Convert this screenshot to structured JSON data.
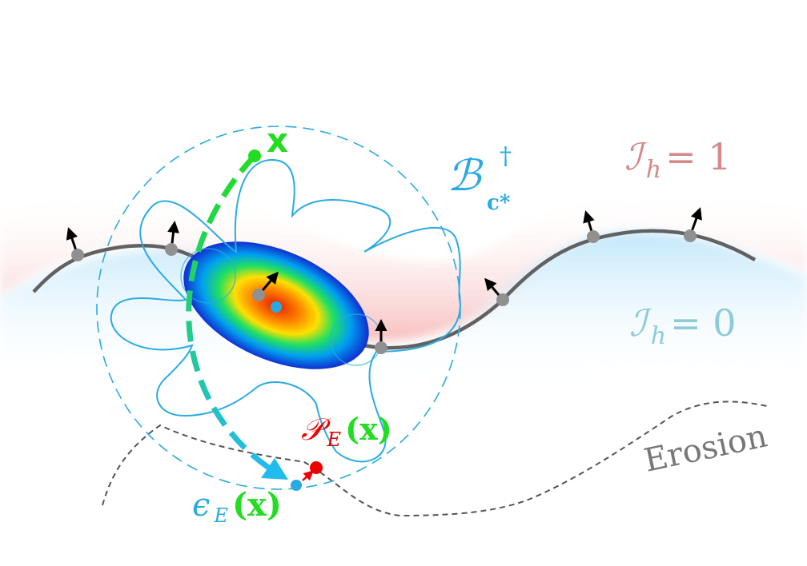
{
  "labels": {
    "x_point": "x",
    "ball_symbol": "ℬ",
    "ball_sub": "c*",
    "ball_sup": "†",
    "region_one": "ℐ",
    "region_one_sub": "h",
    "region_one_eq": " = 1",
    "region_zero": "ℐ",
    "region_zero_sub": "h",
    "region_zero_eq": " = 0",
    "projection": "𝒫",
    "projection_sub": "E",
    "projection_arg": "(x)",
    "epsilon": "ϵ",
    "epsilon_sub": "E",
    "epsilon_arg": "(x)",
    "erosion": "Erosion"
  },
  "colors": {
    "surface": "#616161",
    "normal_arrow": "#000000",
    "sample_point": "#909090",
    "inside_region": "#f8c8c8",
    "outside_region": "#c8e8f8",
    "ball": "#29abe2",
    "path_green": "#22dd22",
    "path_cyan": "#22bbee",
    "projection_point": "#ee0000",
    "erosion_line": "#555555",
    "region_one_text": "#d48a8a",
    "region_zero_text": "#8ccbd8"
  }
}
